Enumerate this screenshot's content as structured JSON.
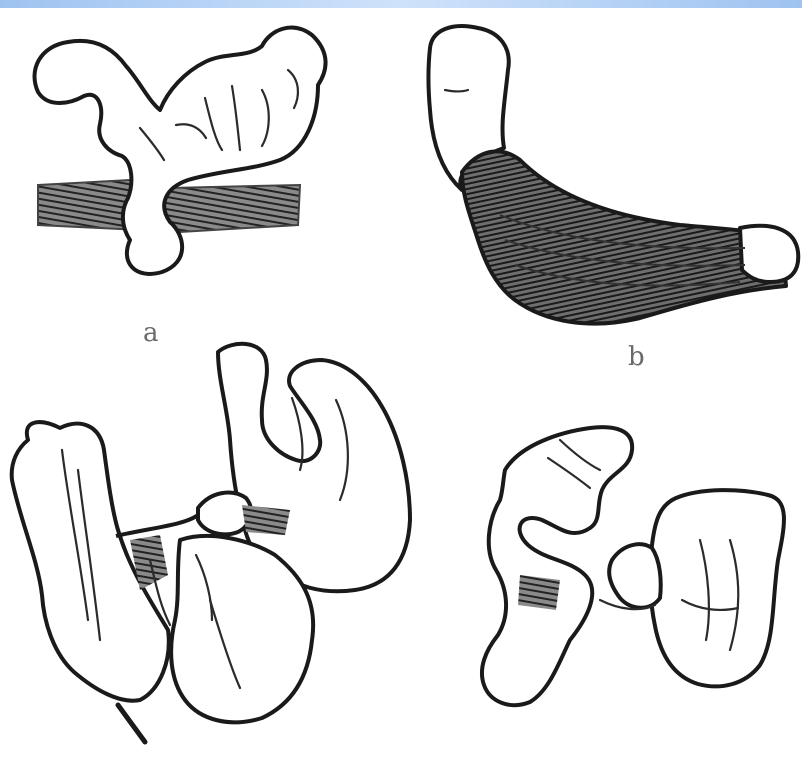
{
  "colors": {
    "ink": "#1a1a1a",
    "shade": "#5a5a5a",
    "top_bar": "#9ec3f0",
    "background": "#ffffff"
  },
  "panels": [
    {
      "id": "a",
      "label": "a"
    },
    {
      "id": "b",
      "label": "b"
    },
    {
      "id": "c",
      "label": ""
    },
    {
      "id": "d",
      "label": ""
    }
  ]
}
